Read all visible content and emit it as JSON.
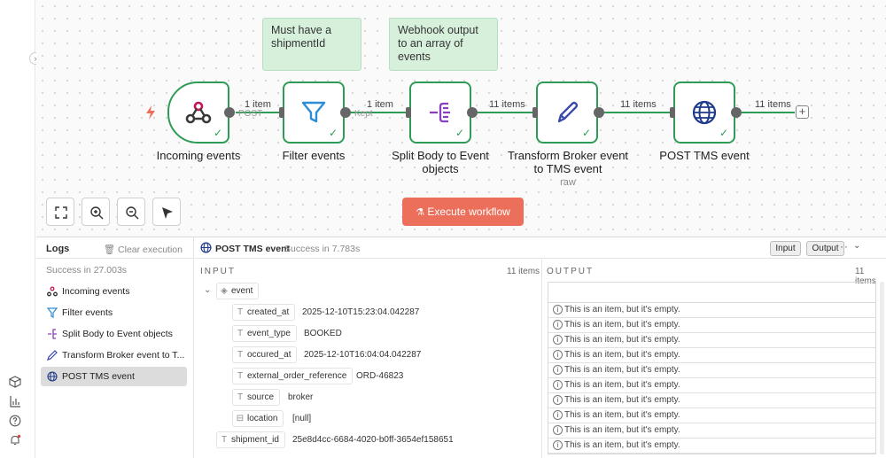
{
  "colors": {
    "accent": "#2e9c56",
    "execute": "#ec6f5c",
    "sticky": "#d7f0dc"
  },
  "stickies": [
    {
      "text": "Must have a shipmentId"
    },
    {
      "text": "Webhook output to an array of events"
    }
  ],
  "nodes": [
    {
      "label": "Incoming events",
      "icon": "webhook-icon"
    },
    {
      "label": "Filter events",
      "icon": "filter-icon"
    },
    {
      "label": "Split Body to Event objects",
      "icon": "split-icon"
    },
    {
      "label": "Transform Broker event to TMS event",
      "sub": "raw",
      "icon": "pen-icon"
    },
    {
      "label": "POST TMS event",
      "icon": "globe-icon"
    }
  ],
  "edges": [
    {
      "label": "1 item",
      "sub": "POST"
    },
    {
      "label": "1 item",
      "sub": "Kept"
    },
    {
      "label": "11 items"
    },
    {
      "label": "11 items"
    },
    {
      "label": "11 items"
    }
  ],
  "execute_label": "Execute workflow",
  "logs": {
    "title": "Logs",
    "clear_label": "Clear execution",
    "status": "Success in 27.003s",
    "items": [
      {
        "label": "Incoming events"
      },
      {
        "label": "Filter events"
      },
      {
        "label": "Split Body to Event objects"
      },
      {
        "label": "Transform Broker event to T..."
      },
      {
        "label": "POST TMS event"
      }
    ]
  },
  "detail": {
    "name": "POST TMS event",
    "status": "Success in 7.783s",
    "input_btn": "Input",
    "output_btn": "Output",
    "more": "···"
  },
  "input": {
    "title": "INPUT",
    "count": "11 items",
    "root": "event",
    "fields": [
      {
        "name": "created_at",
        "value": "2025-12-10T15:23:04.042287"
      },
      {
        "name": "event_type",
        "value": "BOOKED"
      },
      {
        "name": "occured_at",
        "value": "2025-12-10T16:04:04.042287"
      },
      {
        "name": "external_order_reference",
        "value": "ORD-46823"
      },
      {
        "name": "source",
        "value": "broker"
      },
      {
        "name": "location",
        "value": "[null]"
      }
    ],
    "shipment": {
      "name": "shipment_id",
      "value": "25e8d4cc-6684-4020-b0ff-3654ef158651"
    }
  },
  "output": {
    "title": "OUTPUT",
    "count": "11 items",
    "rows": [
      "This is an item, but it's empty.",
      "This is an item, but it's empty.",
      "This is an item, but it's empty.",
      "This is an item, but it's empty.",
      "This is an item, but it's empty.",
      "This is an item, but it's empty.",
      "This is an item, but it's empty.",
      "This is an item, but it's empty.",
      "This is an item, but it's empty.",
      "This is an item, but it's empty."
    ]
  }
}
